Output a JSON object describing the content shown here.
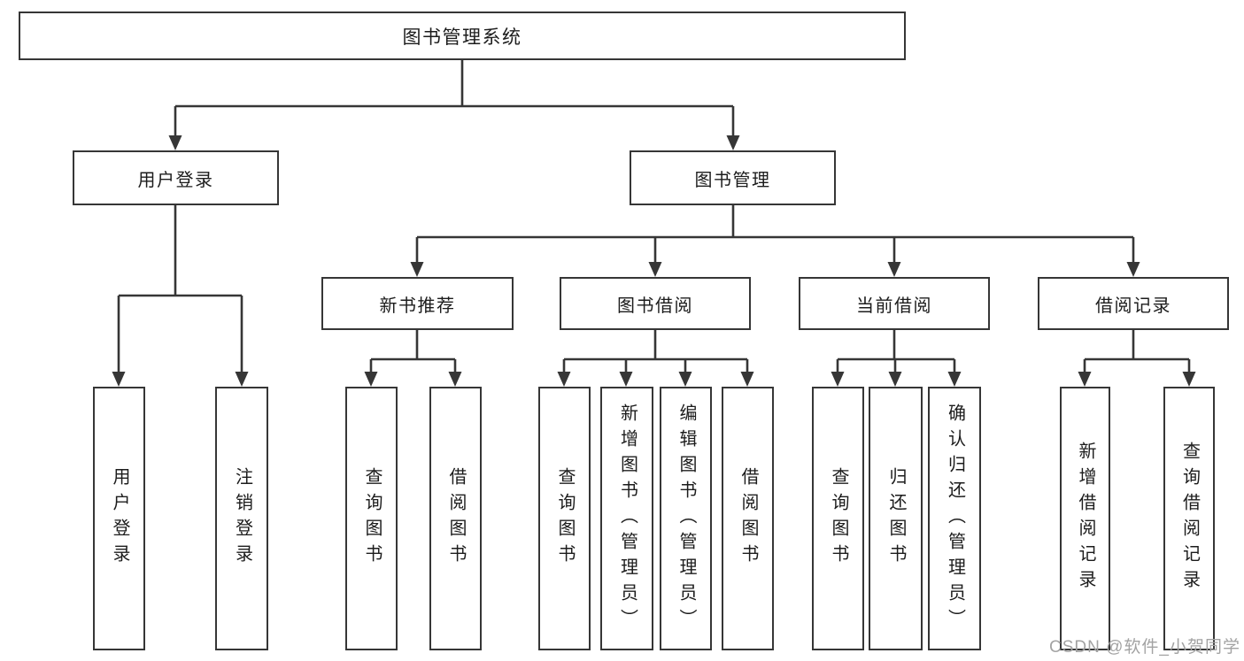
{
  "tree": {
    "label": "图书管理系统",
    "children": [
      {
        "label": "用户登录",
        "children": [
          {
            "label": "用户登录"
          },
          {
            "label": "注销登录"
          }
        ]
      },
      {
        "label": "图书管理",
        "children": [
          {
            "label": "新书推荐",
            "children": [
              {
                "label": "查询图书"
              },
              {
                "label": "借阅图书"
              }
            ]
          },
          {
            "label": "图书借阅",
            "children": [
              {
                "label": "查询图书"
              },
              {
                "label": "新增图书（管理员）"
              },
              {
                "label": "编辑图书（管理员）"
              },
              {
                "label": "借阅图书"
              }
            ]
          },
          {
            "label": "当前借阅",
            "children": [
              {
                "label": "查询图书"
              },
              {
                "label": "归还图书"
              },
              {
                "label": "确认归还（管理员）"
              }
            ]
          },
          {
            "label": "借阅记录",
            "children": [
              {
                "label": "新增借阅记录"
              },
              {
                "label": "查询借阅记录"
              }
            ]
          }
        ]
      }
    ]
  },
  "watermark": {
    "text": "CSDN @软件_小贺同学"
  },
  "colors": {
    "line": "#363636",
    "text": "#1c1c1c",
    "background": "#ffffff",
    "watermark": "#a3a3a3"
  }
}
